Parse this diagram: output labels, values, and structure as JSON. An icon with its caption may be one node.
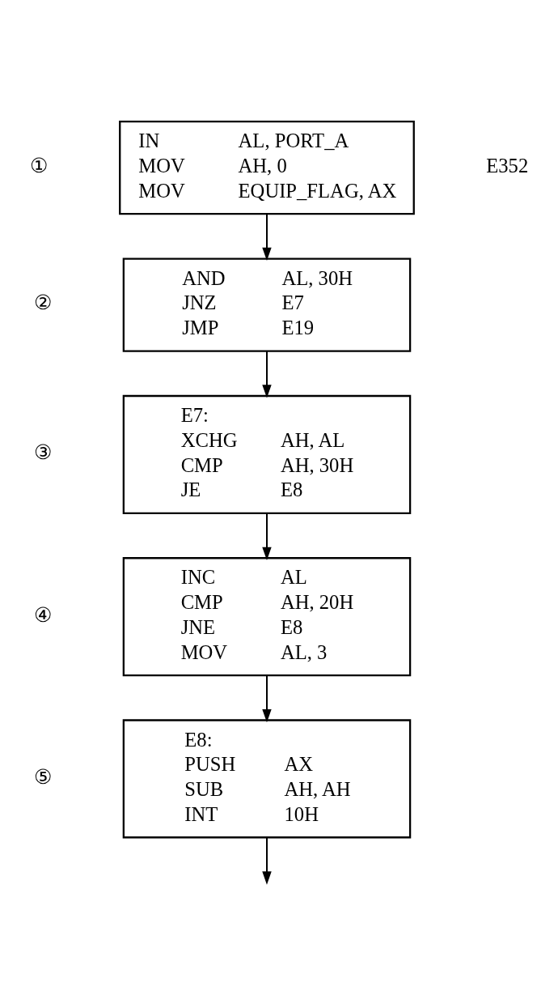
{
  "diagram": {
    "nodes": [
      {
        "text": [
          "IN AL, PORT_A",
          "MOV AH, 0",
          "MOV EQUIP_FLAG, AX"
        ],
        "beside": [
          "①",
          "E352"
        ]
      },
      {
        "text": [
          "AND AL, 30H",
          "JNZ E7",
          "JMP E19"
        ],
        "beside": [
          "②"
        ]
      },
      {
        "text": [
          "E7:",
          "XCHG AH, AL",
          "CMP AH, 30H",
          "JE E8"
        ],
        "beside": [
          "③"
        ]
      },
      {
        "text": [
          "INC AL",
          "CMP AH, 20H",
          "JNE E8",
          "MOV AL, 3"
        ],
        "beside": [
          "④"
        ]
      },
      {
        "text": [
          "E8:",
          "PUSH AX",
          "SUB AH, AH",
          "INT 10H"
        ],
        "beside": [
          "⑤"
        ]
      }
    ],
    "edges": [
      {
        "from": 0,
        "to": 1,
        "arrow": "to"
      },
      {
        "from": 1,
        "to": 2,
        "arrow": "to"
      },
      {
        "from": 2,
        "to": 3,
        "arrow": "to"
      },
      {
        "from": 3,
        "to": 4,
        "arrow": "to"
      },
      {
        "from": 4,
        "to": null,
        "arrow": "to"
      }
    ]
  }
}
